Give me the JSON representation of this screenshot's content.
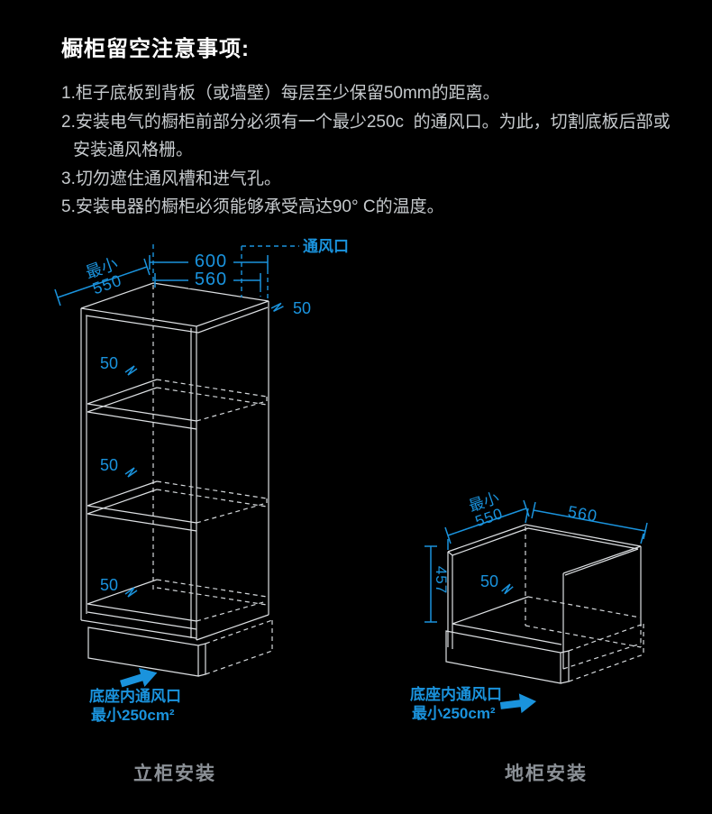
{
  "colors": {
    "background": "#000000",
    "accent_blue": "#1a93dd",
    "wire": "#dde0e3",
    "caption_gray": "#8b9096"
  },
  "header": {
    "title": "橱柜留空注意事项:"
  },
  "notes": {
    "items": [
      "1.柜子底板到背板（或墙壁）每层至少保留50mm的距离。",
      "2.安装电气的橱柜前部分必须有一个最少250c  的通风口。为此，切割底板后部或",
      "安装通风格栅。",
      "3.切勿遮住通风槽和进气孔。",
      "5.安装电器的橱柜必须能够承受高达90° C的温度。"
    ]
  },
  "tall_cabinet": {
    "caption": "立柜安装",
    "labels": {
      "vent": "通风口",
      "dim_600": "600",
      "dim_560": "560",
      "dim_min": "最小",
      "dim_550": "550",
      "dim_50_top": "50",
      "shelf_gaps": [
        "50",
        "50",
        "50"
      ],
      "base_vent_line1": "底座内通风口",
      "base_vent_line2": "最小250cm²"
    }
  },
  "base_cabinet": {
    "caption": "地柜安装",
    "labels": {
      "dim_min": "最小",
      "dim_550": "550",
      "dim_560": "560",
      "dim_457": "457",
      "dim_50": "50",
      "base_vent_line1": "底座内通风口",
      "base_vent_line2": "最小250cm²"
    }
  }
}
